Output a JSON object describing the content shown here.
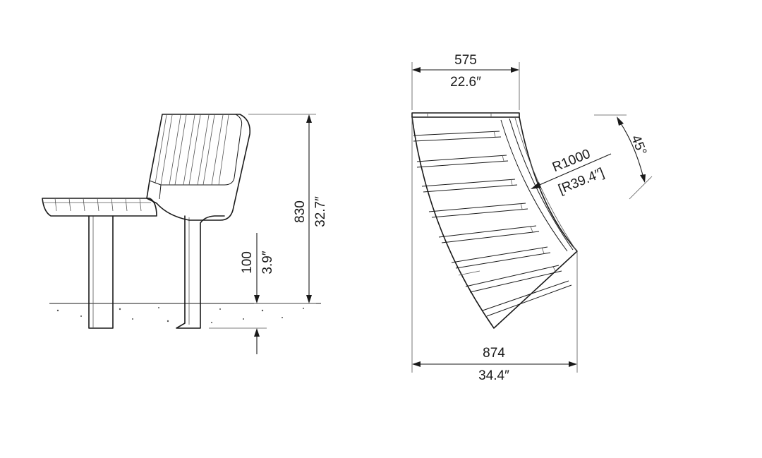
{
  "side_view": {
    "height_mm": "830",
    "height_in": "32.7″",
    "depth_mm": "100",
    "depth_in": "3.9″"
  },
  "top_view": {
    "width_top_mm": "575",
    "width_top_in": "22.6″",
    "width_bottom_mm": "874",
    "width_bottom_in": "34.4″",
    "radius_mm": "R1000",
    "radius_in": "[R39.4″]",
    "angle": "45°"
  }
}
